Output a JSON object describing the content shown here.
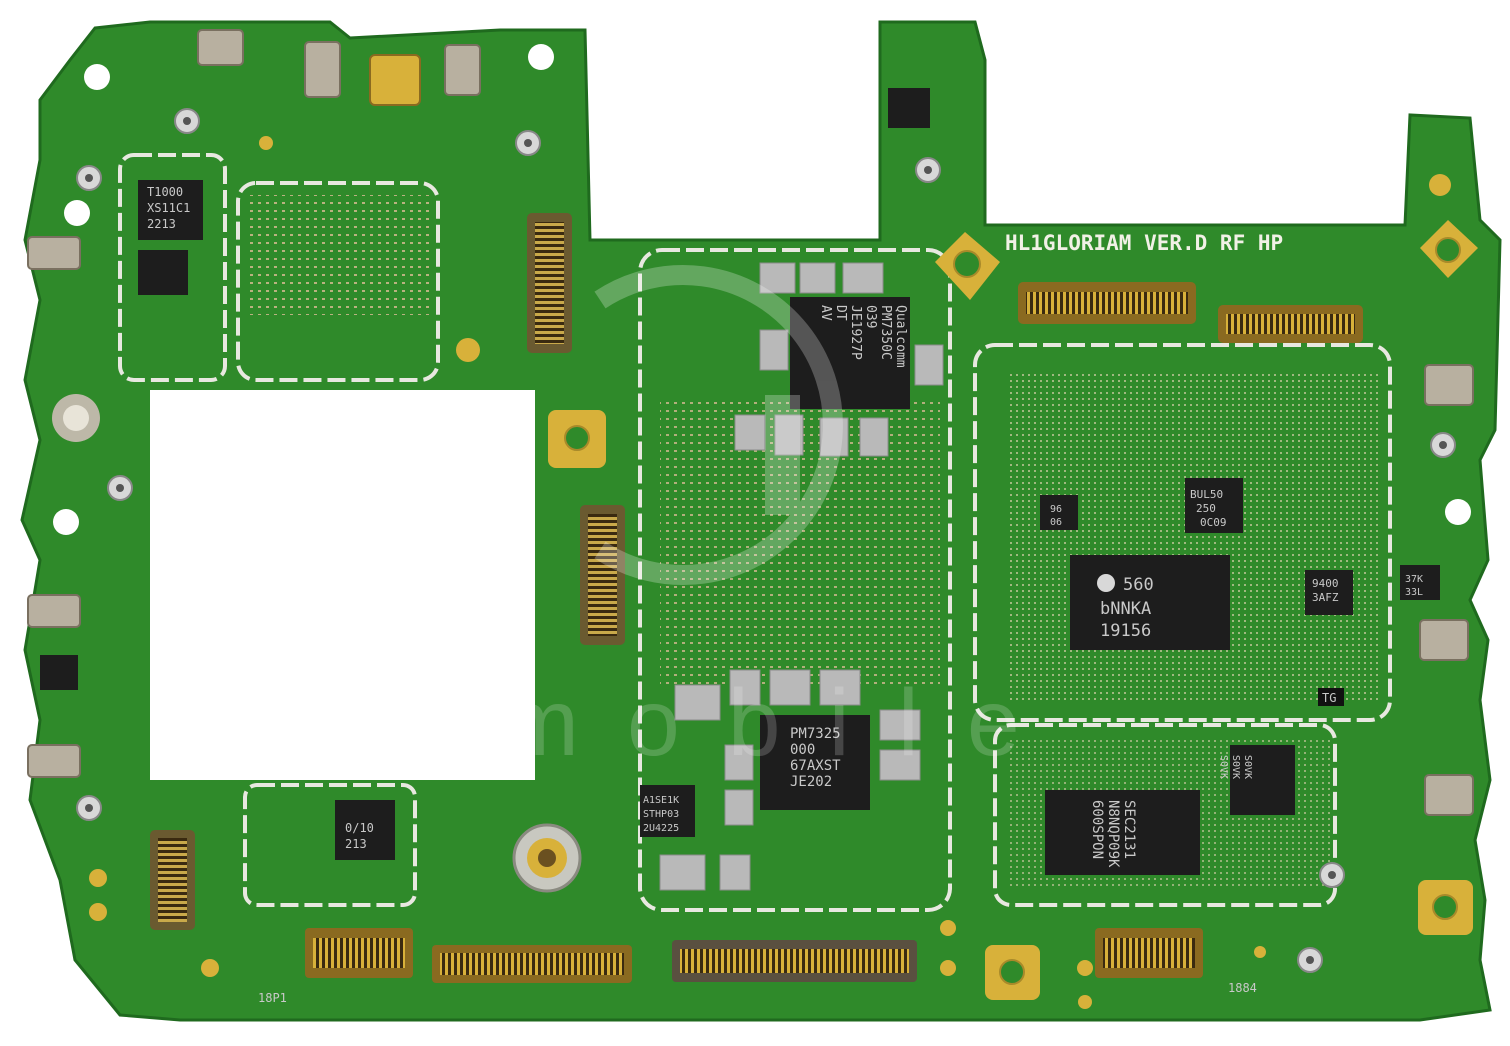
{
  "colors": {
    "pcb": "#2f8a2a",
    "pcb_dark": "#1f6a1e",
    "pad_gold": "#d8b13a",
    "chip": "#1d1d1d",
    "shield_outline": "#e8e8e0",
    "background": "#ffffff"
  },
  "board": {
    "silkscreen_title": "HL1GLORIAM VER.D RF HP",
    "small_labels": {
      "tg": "TG",
      "bottom_left": "18P1",
      "bottom_right": "1884"
    }
  },
  "chips": {
    "pmic_top": [
      "Qualcomm",
      "PM7350C",
      "039",
      "JE1927P",
      "DT",
      "AV"
    ],
    "pmic_bottom": [
      "PM7325",
      "000",
      "67AXST",
      "JE202"
    ],
    "main_ic": [
      "560",
      "bNNKA",
      "19156"
    ],
    "memory": [
      "SEC2131",
      "N8NQP09K",
      "600SPON"
    ],
    "left_top": [
      "T1000",
      "XS11C1",
      "2213"
    ],
    "left_bottom": [
      "0/10",
      "213"
    ],
    "small_a": [
      "BUL50",
      "250",
      "0C09"
    ],
    "small_b": [
      "9400",
      "3AFZ"
    ],
    "small_c": [
      "37K",
      "33L"
    ],
    "small_d": [
      "96",
      "06"
    ],
    "small_e": [
      "A1SE1K",
      "STHP03",
      "2U4225"
    ],
    "small_f": [
      "S0VK",
      "S0VK",
      "S0VK"
    ]
  },
  "watermark": {
    "text": "ictomobile",
    "icon": "watermark-logo-icon"
  },
  "icons": {
    "mounting_hole": "mounting-hole-icon",
    "coax_connector": "coax-connector-icon",
    "board_connector": "board-to-board-connector-icon",
    "screw_standoff": "screw-standoff-icon"
  }
}
